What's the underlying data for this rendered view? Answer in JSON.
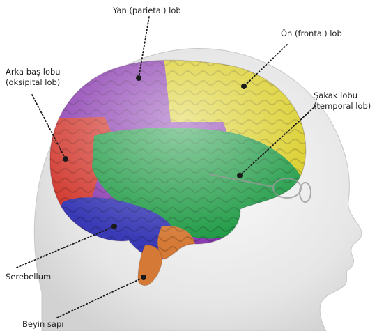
{
  "labels": {
    "parietal": "Yan (parietal) lob",
    "frontal": "Ön (frontal) lob",
    "occipital_1": "Arka baş lobu",
    "occipital_2": "(oksipital lob)",
    "temporal_1": "Şakak lobu",
    "temporal_2": "(temporal lob)",
    "cerebellum": "Serebellum",
    "brainstem": "Beyin sapı"
  },
  "colors": {
    "parietal": "#8a3ab0",
    "frontal": "#d9cc1e",
    "occipital": "#d23a30",
    "temporal": "#1e9a44",
    "cerebellum": "#3a3ab6",
    "brainstem": "#d57a36",
    "head": "#e8e8e8",
    "leader": "#1a1a1a"
  }
}
